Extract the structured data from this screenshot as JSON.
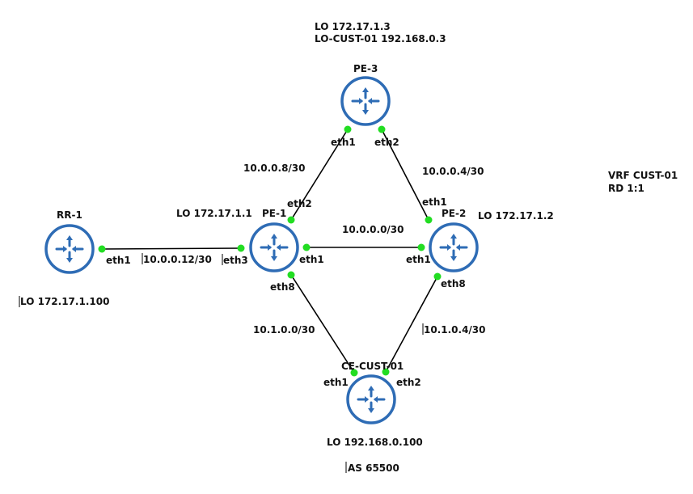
{
  "colors": {
    "router_stroke": "#2e6cb5",
    "port": "#22dd22",
    "link": "#000000",
    "text": "#111111"
  },
  "routers": {
    "rr1": {
      "name": "RR-1",
      "icon": "router-icon"
    },
    "pe1": {
      "name": "PE-1",
      "icon": "router-icon"
    },
    "pe2": {
      "name": "PE-2",
      "icon": "router-icon"
    },
    "pe3": {
      "name": "PE-3",
      "icon": "router-icon"
    },
    "ce": {
      "name": "CE-CUST-01",
      "icon": "router-icon"
    }
  },
  "loopbacks": {
    "rr1": "LO 172.17.1.100",
    "pe1": "LO 172.17.1.1",
    "pe2": "LO 172.17.1.2",
    "pe3": "LO 172.17.1.3",
    "pe3_cust": "LO-CUST-01 192.168.0.3",
    "ce": "LO 192.168.0.100"
  },
  "subnets": {
    "rr1_pe1": "10.0.0.12/30",
    "pe1_pe2": "10.0.0.0/30",
    "pe1_pe3": "10.0.0.8/30",
    "pe2_pe3": "10.0.0.4/30",
    "pe1_ce": "10.1.0.0/30",
    "pe2_ce": "10.1.0.4/30"
  },
  "ports": {
    "rr1_eth1": "eth1",
    "pe1_eth3": "eth3",
    "pe1_eth1": "eth1",
    "pe1_eth2": "eth2",
    "pe1_eth8": "eth8",
    "pe2_eth1_left": "eth1",
    "pe2_eth1_top": "eth1",
    "pe2_eth8": "eth8",
    "pe3_eth1": "eth1",
    "pe3_eth2": "eth2",
    "ce_eth1": "eth1",
    "ce_eth2": "eth2"
  },
  "vrf": {
    "name": "VRF CUST-01",
    "rd": "RD 1:1"
  },
  "as_label": "AS 65500"
}
